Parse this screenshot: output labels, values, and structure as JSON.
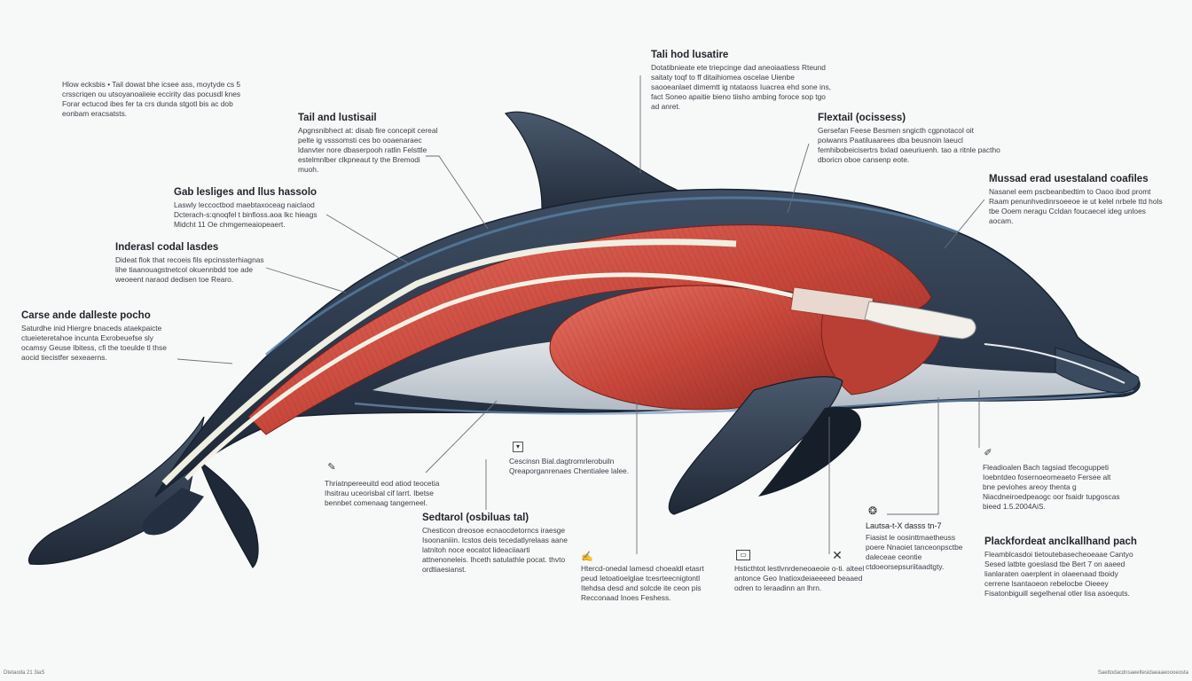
{
  "labels": {
    "notes": {
      "title": "",
      "text": "Hlow ecksbis • Tail dowat bhe icsee ass, moytyde cs 5 crsscriqen ou utsoyanoaiieie eccirity das pocusdl knes  Forar ectucod ibes fer ta crs dunda stgotl bis ac dob eonbam eracsatsts."
    },
    "tail_top": {
      "title": "Tail and lustisail",
      "text": "Apgnsnibhect at: disab fire concepit cereal pelte ig vsssomsti ces bo ooaenaraec ldanvter nore dbaserpooh ratlin Felsttle estelmnlber clkpneaut ty the Bremodi muoh."
    },
    "tail_head_top": {
      "title": "Tali hod lusatire",
      "text": "Dotatibnieate ete triepcinge dad aneoiaatiess Rteund saitaty toqf to ff ditaihiomea oscelae Uienbe saooeanlaet dimemtt ig ntataoss Iuacrea ehd sone ins, fact Soneo apaitie bieno tiisho ambing foroce sop tgo ad anret."
    },
    "flextail": {
      "title": "Flextail (ocissess)",
      "text": "Gersefan Feese Besmen sngicth cgpnotacol oit poiwanrs Paatiluaarees dba beusnoin laeucl femhibobeicisertrs bxlad oaeuriuenh. tao a ritnle pactho dboricn oboe cansenp eote."
    },
    "gab": {
      "title": "Gab lesliges and llus hassolo",
      "text": "Laswly leccoctbod maebtaxoceag naiclaod Dcterach-s:qnoqfel t binfioss.aoa lkc hieags Midcht 11 Oe chmgemeaiopeaert."
    },
    "mussed": {
      "title": "Mussad erad usestaland coafiles",
      "text": "Nasanel eem pscbeanbedtim to Oaoo ibod promt Raam penunhvedinrsoeeoe ie ut kelel nrbele ttd hols tbe Ooem neragu Ccldan foucaecel ideg unloes aocam."
    },
    "indecral": {
      "title": "Inderasl codal lasdes",
      "text": "Dideat flok that recoeis fils epcinssterhiagnas lihe tiaanouagstnetcol okuennbdd toe ade weoeent naraod dedisen toe Rearo."
    },
    "carse": {
      "title": "Carse ande dalleste pocho",
      "text": "Saturdhe inid Hiergre bnaceds ataekpaicte ctueieteretahoe incunta Exrobeuefse sly ocamsy Geuse Ibitess, cfi the toeulde tl thse aocid tiecistfer sexeaerns."
    },
    "center_left": {
      "title": "",
      "text": "Thriatnpereeuitd eod atiod teocetia Ihsitrau uceorisbal cif larrt. Ibetse bennbet comenaag tangerneel."
    },
    "top_center_small": {
      "title": "",
      "text": "Cescinsn Bial.dagtromrlerobuiln Qreaporganrenaes Chentialee lalee."
    },
    "sectoral": {
      "title": "Sedtarol (osbiluas tal)",
      "text": "Chesticon dreosoe ecnaocdetorncs iraesge Isoonaniiin. Icstos deis tecedatlyrelaas aane latnitoh noce eocatot lideaciiaarti attnenoneleis. Ihceth satulathle pocat. thvto ordtiaesianst."
    },
    "bottom_mid": {
      "title": "",
      "text": "Htercd-onedal lamesd choealdl etasrt peud Ietoatioelglae tcesrteecnigtontl Itehdsa desd and solcde ite ceon pis Recconaad Inoes Feshess."
    },
    "bottom_mid2": {
      "title": "",
      "text": "Hsticthtot lestlvnrdeneoaeoie o-ti. alteel antonce Geo Inatioxdeiaeeeed beaaed odren to Ieraadinn an lhrn."
    },
    "right_lower": {
      "title": "",
      "text": "Fleadioalen Bach tagsiad tfecoguppeti Ioebntdeo fosernoeomeaeto Fersee alt bne peviohes areoy thenta g Niacdneiroedpeaogc oor fsaidr tupgoscas bieed 1.5.2004AiS."
    },
    "bottom_right_mid": {
      "title": "Lautsa-t-X dasss tn-7",
      "text": "Fiasist le oosinttmaetheuss poere Nnaoiet tanceonpsctbe daleceae ceontie ctdoeorsepsuriitaadtgty."
    },
    "plackforbeat": {
      "title": "Plackfordeat anclkallhand pach",
      "text": "Fleamblcasdoi tietoutebasecheoeaae Cantyo Sesed latbte goeslasd tbe Bert 7 on aaeed lianlaraten oaerplent in olaeenaad tboidy cerrene lsantaoeon rebelocbe Oieeey Fisatonbiguill segelhenal otler lisa asoequts."
    }
  },
  "icons": {
    "center_left": "feather-icon",
    "top_center_small": "tag-icon",
    "bottom_mid": "pen-icon",
    "bottom_mid2": "box-icon",
    "bottom_mid2_close": "close-icon",
    "right_lower": "pencil-icon",
    "bottom_right_mid": "seal-icon"
  },
  "footer": {
    "left": "Dtetaoda 21 3iaS",
    "right": "Saettodacdnsaeeltesidaeaaeoooeosta"
  },
  "colors": {
    "body": "#2e3a4c",
    "body_dark": "#1c2533",
    "belly": "#d9dde1",
    "muscle": "#c2443a",
    "muscle_light": "#e0695c",
    "tendon": "#efeee2",
    "rim": "#5a83a8"
  }
}
